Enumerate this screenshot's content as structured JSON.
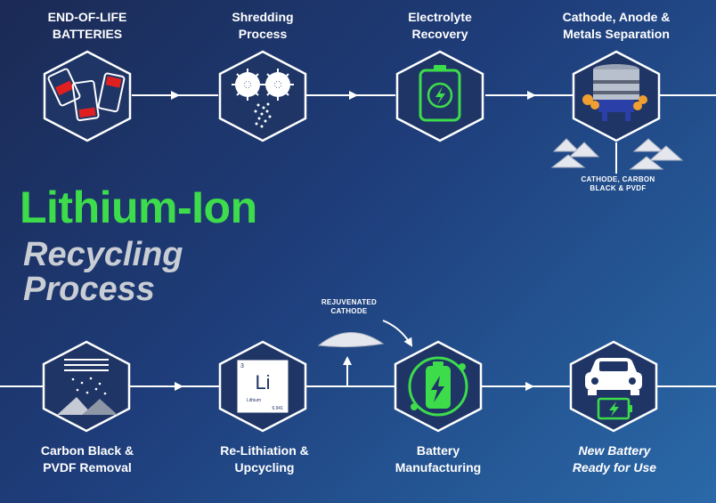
{
  "title": {
    "line1": "Lithium-Ion",
    "line2": "Recycling",
    "line3": "Process"
  },
  "steps_top": [
    {
      "label": "END-OF-LIFE\nBATTERIES",
      "icon": "batteries-icon"
    },
    {
      "label": "Shredding\nProcess",
      "icon": "shredder-icon"
    },
    {
      "label": "Electrolyte\nRecovery",
      "icon": "charging-battery-icon"
    },
    {
      "label": "Cathode, Anode &\nMetals Separation",
      "icon": "sieve-machine-icon"
    }
  ],
  "steps_bottom": [
    {
      "label": "Carbon Black &\nPVDF Removal",
      "icon": "powder-pile-icon"
    },
    {
      "label": "Re-Lithiation &\nUpcycling",
      "icon": "lithium-element-icon"
    },
    {
      "label": "Battery\nManufacturing",
      "icon": "recycle-battery-icon"
    },
    {
      "label": "New Battery\nReady for Use",
      "icon": "electric-car-icon"
    }
  ],
  "annotations": {
    "separation_output": "CATHODE, CARBON\nBLACK & PVDF",
    "rejuvenated": "REJUVENATED\nCATHODE"
  },
  "element_tile": {
    "atomic_number": "3",
    "symbol": "Li",
    "name": "Lithium",
    "mass": "6.941"
  },
  "colors": {
    "accent_green": "#3ddc4b",
    "battery_red": "#e02020",
    "hexagon_stroke": "#ffffff"
  }
}
